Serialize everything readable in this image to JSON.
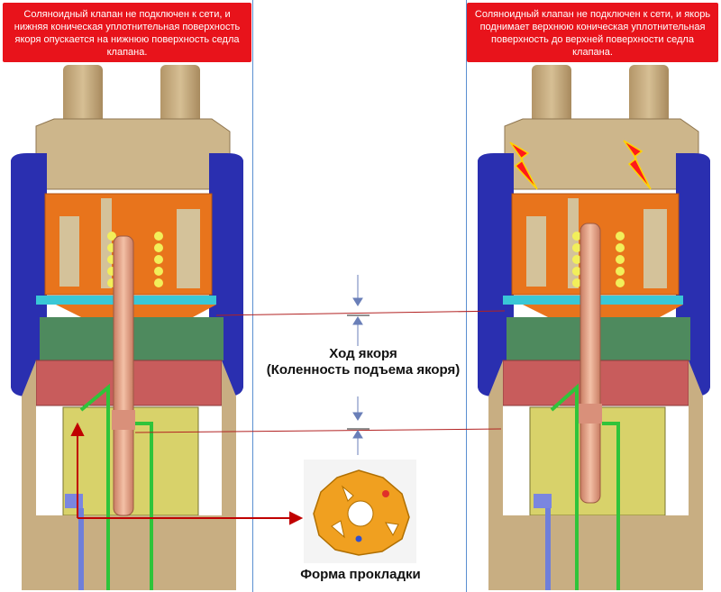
{
  "notes": {
    "left": "Соляноидный клапан не подключен к сети, и нижняя коническая уплотнительная поверхность якоря опускается на нижнюю поверхность седла клапана.",
    "right": "Соляноидный клапан не подключен к сети, и якорь поднимает верхнюю коническая уплотнительная поверхность до верхней поверхности седла клапана."
  },
  "labels": {
    "stroke_line1": "Ход якоря",
    "stroke_line2": "(Коленность подъема якоря)",
    "gasket_caption": "Форма прокладки"
  },
  "colors": {
    "note_bg": "#e8131b",
    "outline_blue": "#5a8fd0",
    "body_tan": "#c8ae82",
    "coil_blue": "#2a2fb0",
    "coil_orange": "#e8741c",
    "spring_yellow": "#f2ef5a",
    "rod_pink": "#e9a488",
    "plate_cyan": "#39c7d6",
    "seat_green": "#4e8a5e",
    "block_red": "#c85c5c",
    "lower_yellow": "#d8d26a",
    "tube_green": "#2fc43a",
    "leader_red": "#b22222",
    "gasket_orange": "#f0a020",
    "lightning": "#ff1a1a"
  }
}
